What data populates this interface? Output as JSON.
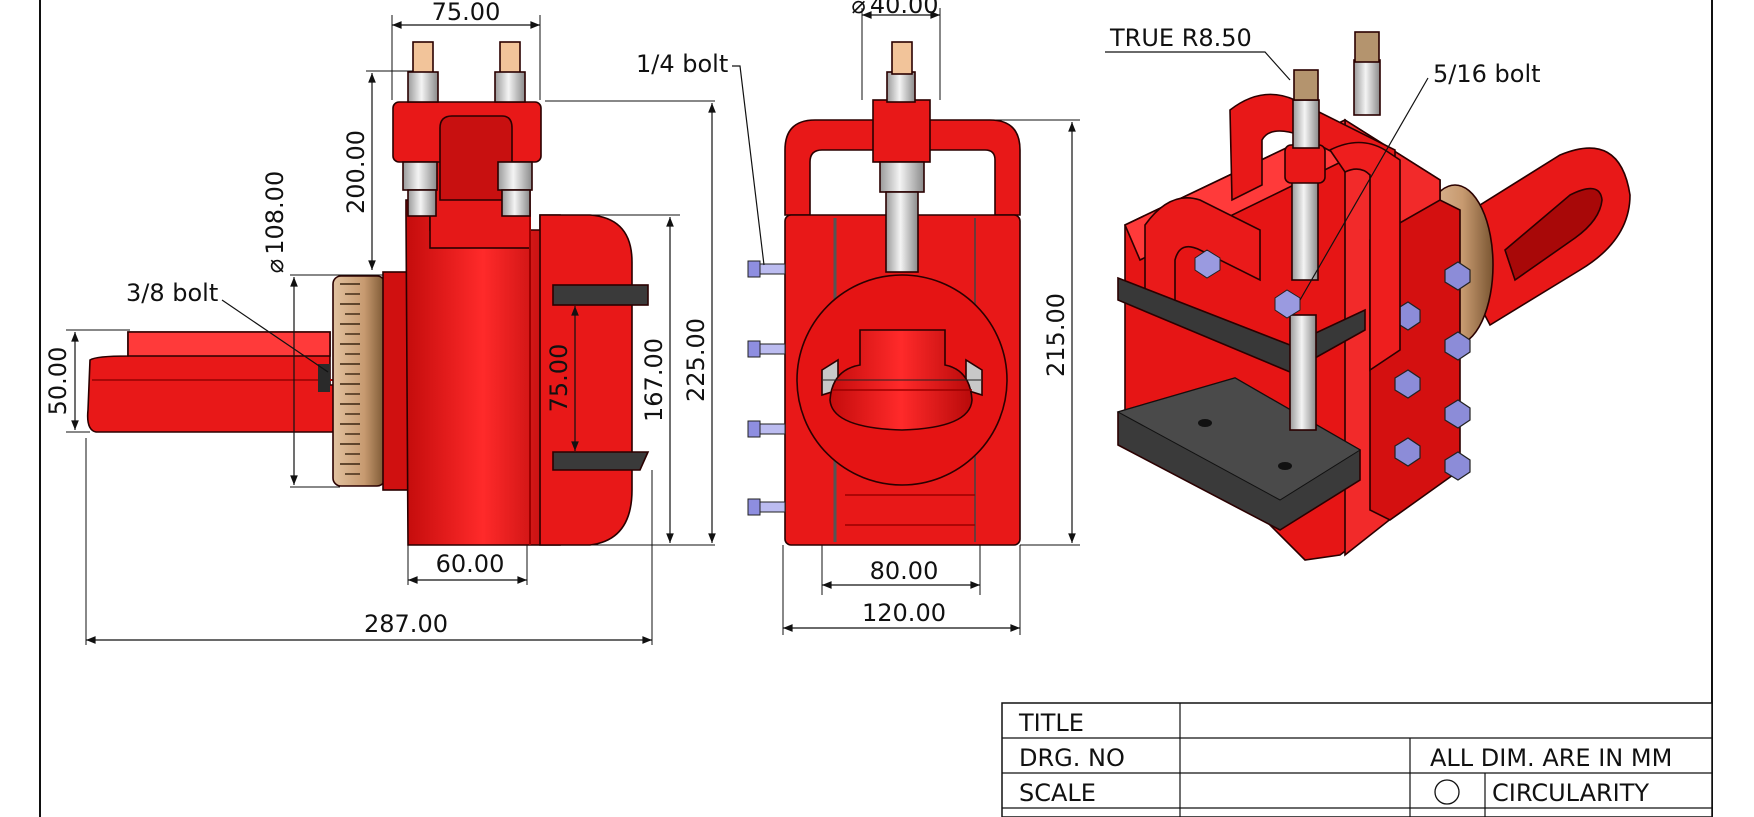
{
  "dimensions": {
    "front_top_width": "75.00",
    "front_total_height": "200.00",
    "front_dial_diameter": "108.00",
    "front_arm_height": "50.00",
    "front_jaw_gap": "75.00",
    "front_body_height": "167.00",
    "front_overall_height": "225.00",
    "front_body_width": "60.00",
    "front_overall_length": "287.00",
    "side_stud_diameter": "40.00",
    "side_overall_height": "215.00",
    "side_circle_width": "80.00",
    "side_overall_width": "120.00"
  },
  "dim_symbols": {
    "diameter": "⌀"
  },
  "callouts": {
    "bolt_3_8": "3/8 bolt",
    "bolt_1_4": "1/4 bolt",
    "radius": "TRUE R8.50",
    "bolt_5_16": "5/16 bolt"
  },
  "title_block": {
    "title_label": "TITLE",
    "title_value": "",
    "drg_no_label": "DRG. NO",
    "drg_no_value": "",
    "units_note": "ALL DIM. ARE IN MM",
    "scale_label": "SCALE",
    "scale_value": "",
    "circularity_label": "CIRCULARITY"
  },
  "colors": {
    "part_red": "#e81818",
    "dial_bronze": "#c9a07a",
    "stud_steel": "#d8d8d8",
    "jaw_dark": "#3a3a3a"
  }
}
